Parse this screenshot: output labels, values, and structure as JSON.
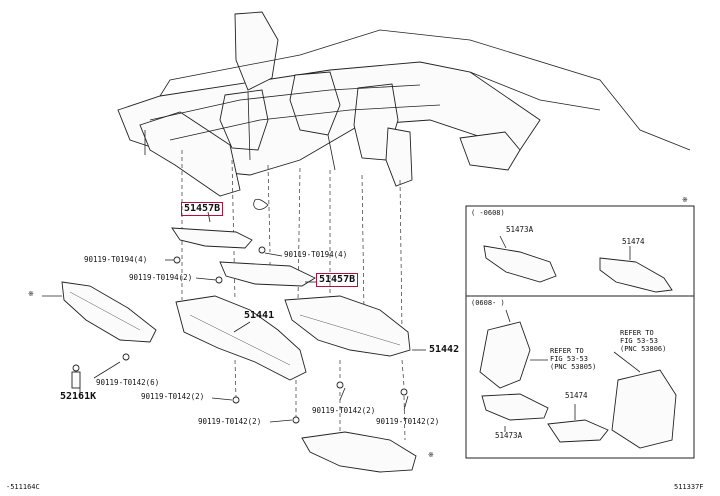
{
  "callouts": {
    "c51457b_a": "51457B",
    "c51457b_b": "51457B",
    "c51441": "51441",
    "c51442": "51442",
    "c52161k": "52161K",
    "c51473a_top": "51473A",
    "c51474_top": "51474",
    "c51474_bot": "51474",
    "c51473a_bot": "51473A"
  },
  "fasteners": {
    "f1": "90119-T0194(4)",
    "f2": "90119-T0194(4)",
    "f3": "90119-T0194(2)",
    "f4": "90119-T0142(6)",
    "f5": "90119-T0142(2)",
    "f6": "90119-T0142(2)",
    "f7": "90119-T0142(2)",
    "f8": "90119-T0142(2)"
  },
  "inset": {
    "top_range": "(    -0608)",
    "bottom_range": "(0608-    )",
    "asterisk": "※",
    "ref_a_line1": "REFER TO",
    "ref_a_line2": "FIG 53-53",
    "ref_a_line3": "(PNC 53805)",
    "ref_b_line1": "REFER TO",
    "ref_b_line2": "FIG 53-53",
    "ref_b_line3": "(PNC 53806)"
  },
  "marks": {
    "asterisk_left": "※",
    "asterisk_right": "※"
  },
  "footer": {
    "left_code": "-511164C",
    "right_code": "511337F"
  },
  "colors": {
    "highlight_box": "#b0123a",
    "line": "#222222"
  }
}
